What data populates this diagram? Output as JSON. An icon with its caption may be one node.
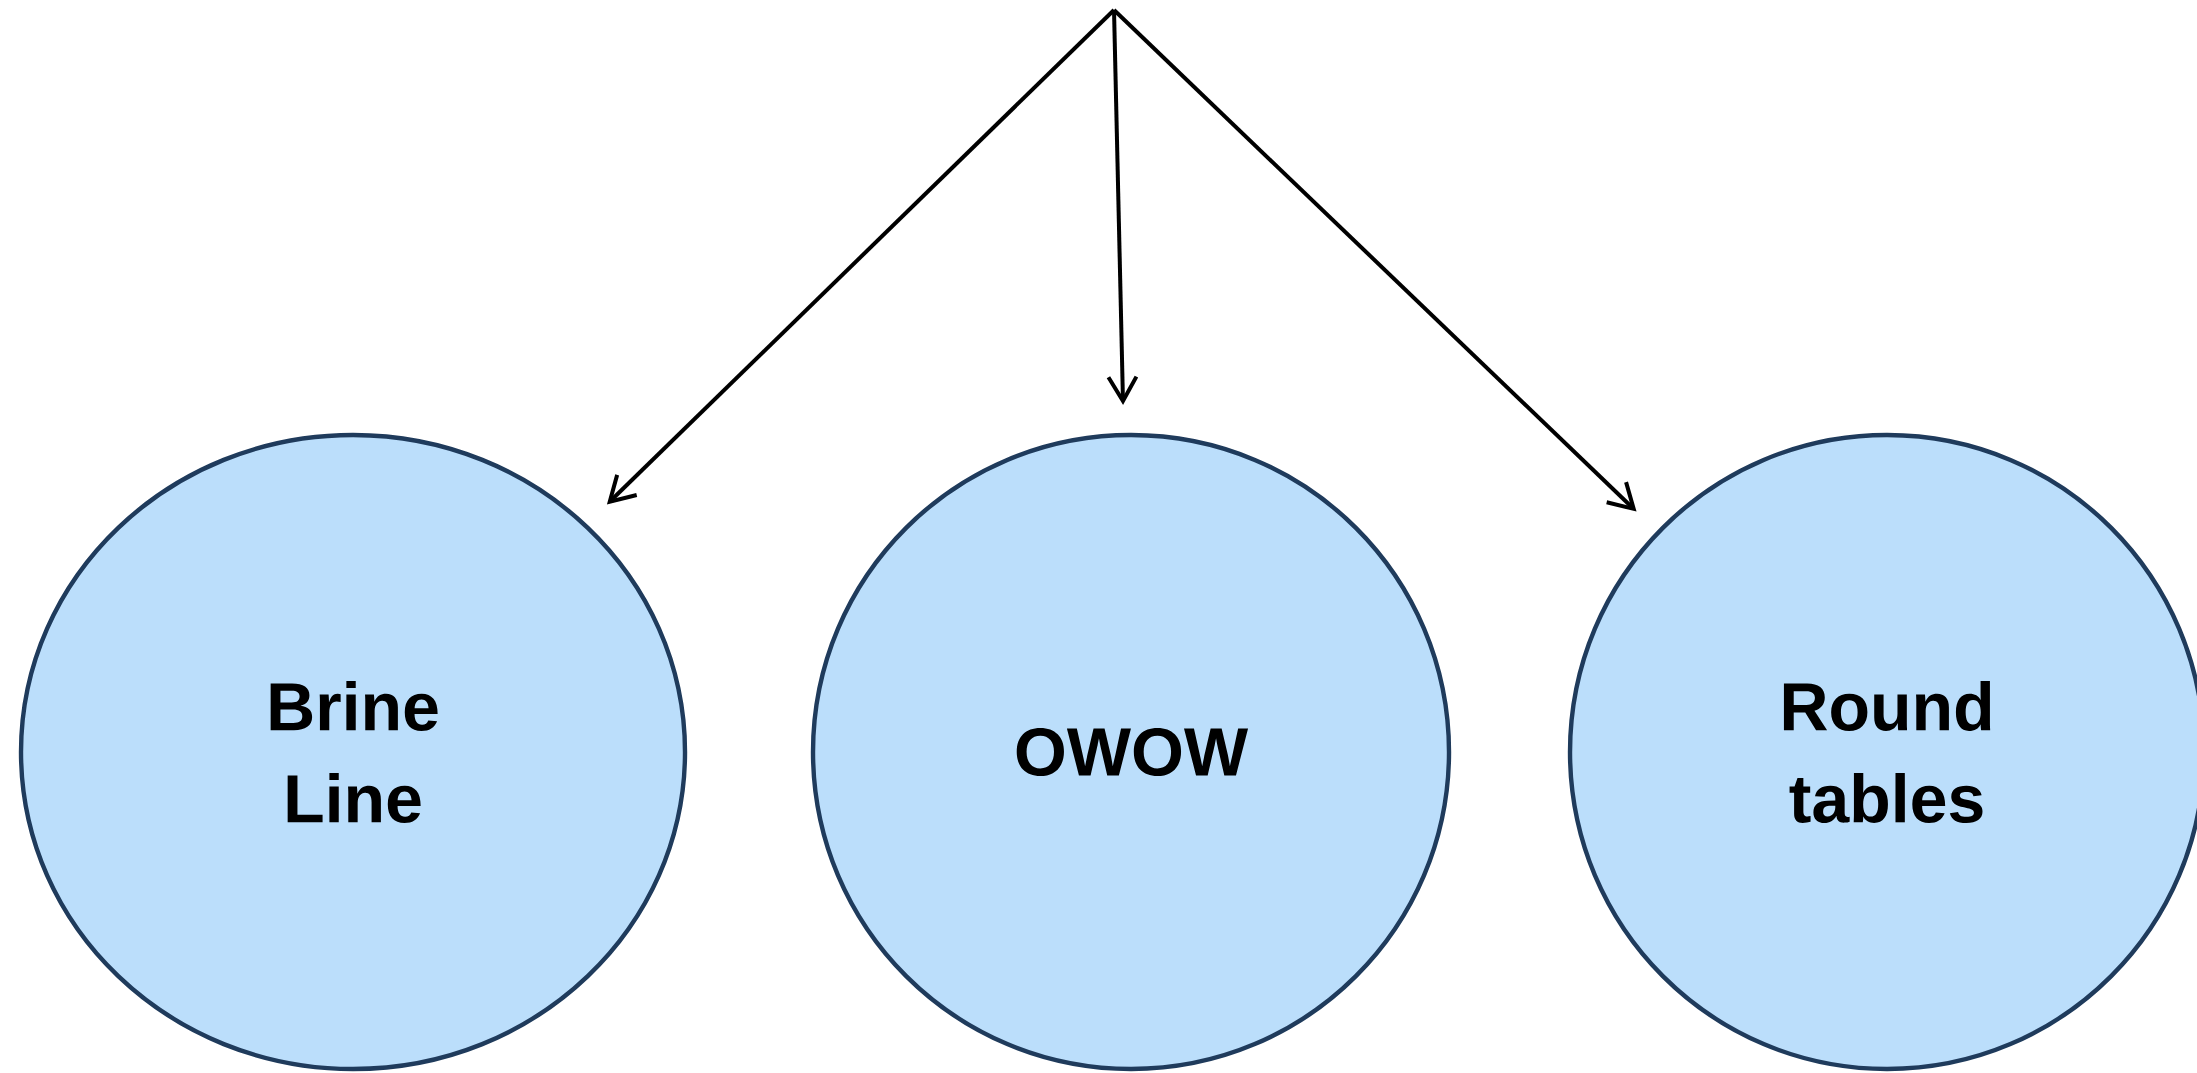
{
  "diagram": {
    "nodes": [
      {
        "text": [
          "Brine Line"
        ]
      },
      {
        "text": [
          "OWOW"
        ]
      },
      {
        "text": [
          "Round tables"
        ]
      }
    ],
    "edges": [
      {
        "from": null,
        "to": 0,
        "arrow": "to"
      },
      {
        "from": null,
        "to": 1,
        "arrow": "to"
      },
      {
        "from": null,
        "to": 2,
        "arrow": "to"
      }
    ]
  }
}
